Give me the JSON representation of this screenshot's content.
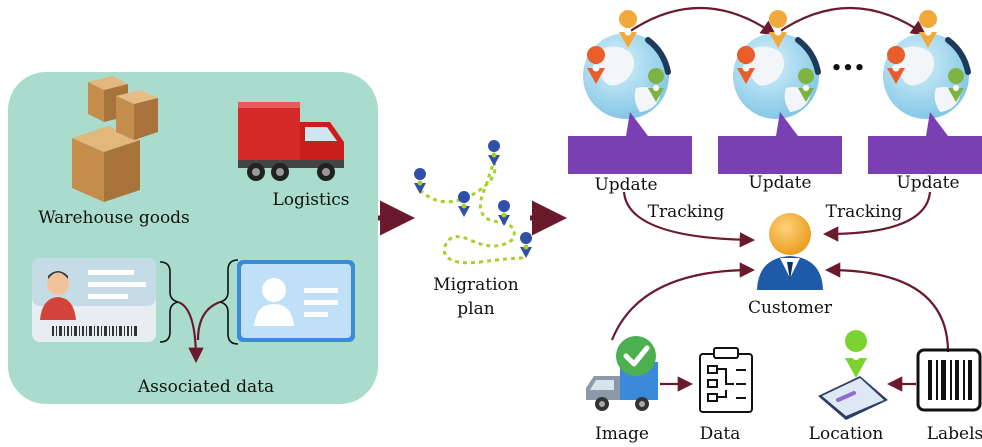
{
  "left_panel": {
    "warehouse_label": "Warehouse goods",
    "logistics_label": "Logistics",
    "associated_label": "Associated data"
  },
  "migration": {
    "label_line1": "Migration",
    "label_line2": "plan"
  },
  "updates": {
    "labels": [
      "Update",
      "Update",
      "Update"
    ],
    "ellipsis": "•••"
  },
  "tracking": {
    "left": "Tracking",
    "right": "Tracking"
  },
  "customer": {
    "label": "Customer"
  },
  "bottom": {
    "image_label": "Image",
    "data_label": "Data",
    "location_label": "Location",
    "labels_label": "Labels"
  },
  "colors": {
    "panel": "#a9dccd",
    "arrow": "#6b1a2e",
    "purple": "#7b3fb4",
    "route": "#a7d12a",
    "pin": "#2f4fa8"
  }
}
